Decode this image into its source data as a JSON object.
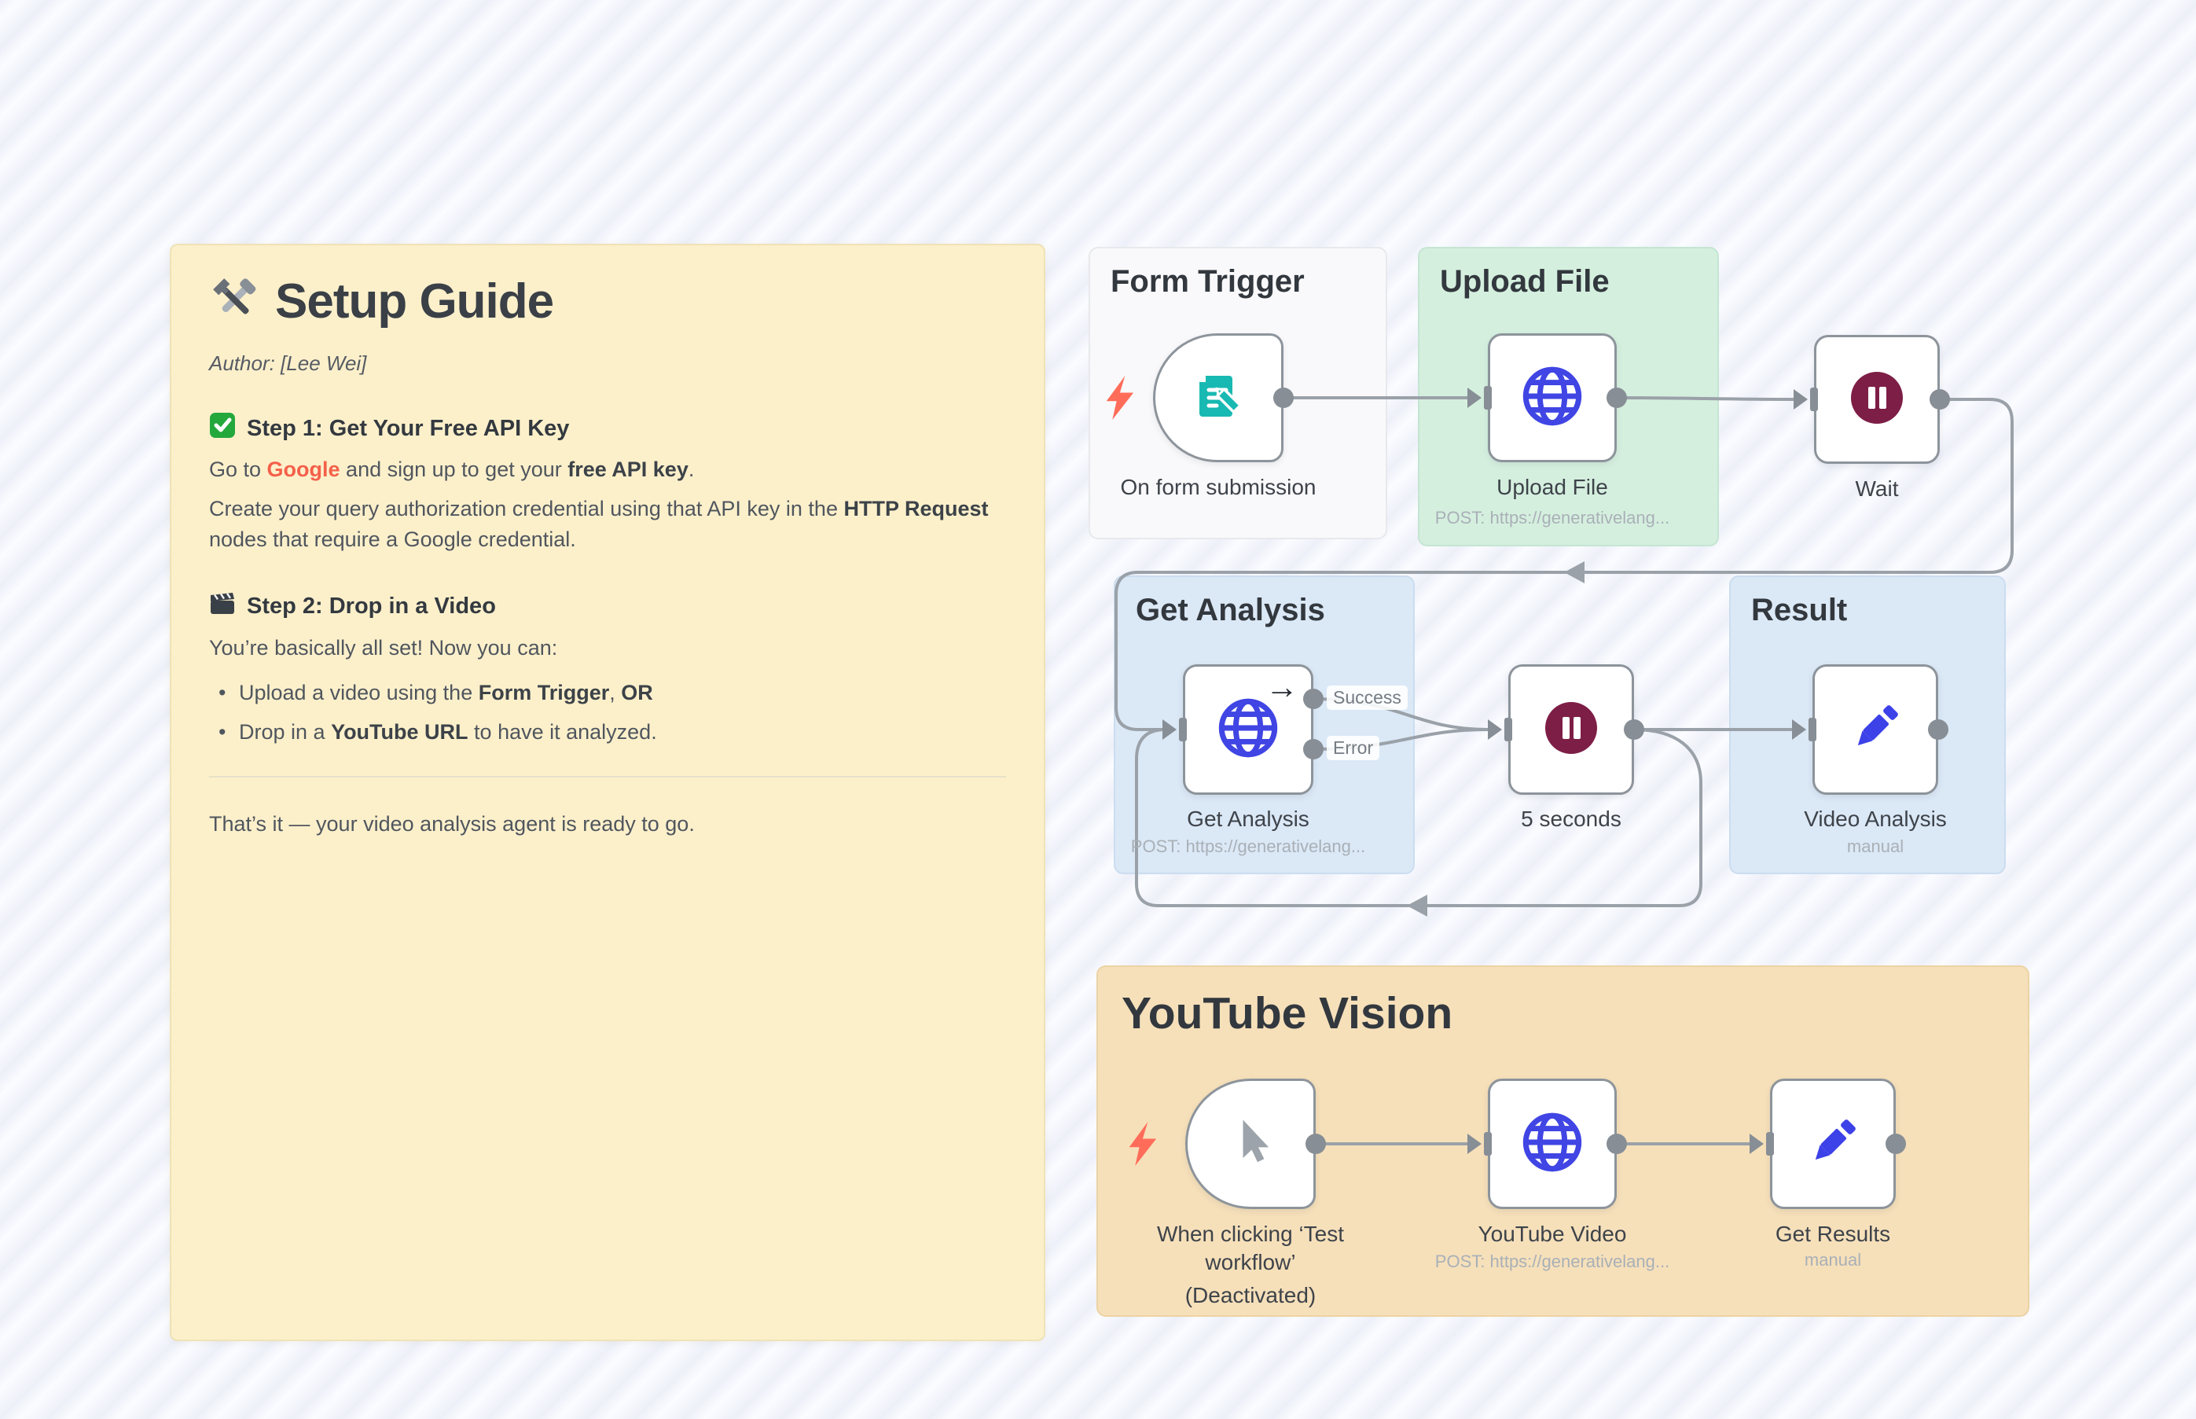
{
  "canvas": {
    "background_stripe_color": "#eef0f9",
    "wire_color": "#9aa1a8",
    "node_border_color": "#8d949b",
    "port_color": "#878e95"
  },
  "colors": {
    "sticky_yellow": "#fcf0cb",
    "panel_green": "#d5efdf",
    "panel_blue": "#dbe8f6",
    "panel_tan": "#f6e0ba",
    "panel_white": "#f9f9fb",
    "teal_icon": "#18b9b2",
    "indigo_icon": "#4045e4",
    "maroon_icon": "#7d1e46",
    "cursor_gray": "#9da3aa",
    "bolt_coral": "#ff6d5a",
    "link_red": "#f4604a"
  },
  "icons": {
    "sticky_title": "hammer-wrench-icon",
    "step1": "green-check-icon",
    "step2": "clapperboard-icon",
    "form_trigger_node": "form-document-pencil-icon",
    "http_nodes": "globe-icon",
    "wait_nodes": "pause-icon",
    "set_nodes": "pencil-icon",
    "manual_trigger_node": "cursor-icon",
    "trigger_hint": "lightning-bolt-icon",
    "get_analysis_badge": "arrow-right-icon"
  },
  "sticky": {
    "title": "Setup Guide",
    "author": "Author: [Lee Wei]",
    "step1_heading": "Step 1: Get Your Free API Key",
    "step1_p1": {
      "pre": "Go to ",
      "link": "Google",
      "mid": " and sign up to get your ",
      "bold": "free API key",
      "post": "."
    },
    "step1_p2": {
      "pre": "Create your query authorization credential using that API key in the ",
      "bold": "HTTP Request",
      "post": " nodes that require a Google credential."
    },
    "step2_heading": "Step 2: Drop in a Video",
    "step2_intro": "You’re basically all set! Now you can:",
    "bullet1": {
      "pre": "Upload a video using the ",
      "bold": "Form Trigger",
      "mid": ", ",
      "bold2": "OR"
    },
    "bullet2": {
      "pre": "Drop in a ",
      "bold": "YouTube URL",
      "post": " to have it analyzed."
    },
    "outro": "That’s it — your video analysis agent is ready to go."
  },
  "sections": {
    "form_trigger": {
      "title": "Form Trigger"
    },
    "upload_file": {
      "title": "Upload File"
    },
    "get_analysis": {
      "title": "Get Analysis"
    },
    "result": {
      "title": "Result"
    },
    "youtube_vision": {
      "title": "YouTube Vision"
    }
  },
  "nodes": {
    "form_trigger": {
      "label": "On form submission"
    },
    "upload_file": {
      "label": "Upload File",
      "sublabel": "POST: https://generativelang..."
    },
    "wait": {
      "label": "Wait"
    },
    "get_analysis": {
      "label": "Get Analysis",
      "sublabel": "POST: https://generativelang...",
      "arrow": "→",
      "outputs": {
        "success": "Success",
        "error": "Error"
      }
    },
    "five_seconds": {
      "label": "5 seconds"
    },
    "video_analysis": {
      "label": "Video Analysis",
      "sublabel": "manual"
    },
    "click_trigger": {
      "label": "When clicking ‘Test workflow’",
      "deactivated": "(Deactivated)"
    },
    "youtube_video": {
      "label": "YouTube Video",
      "sublabel": "POST: https://generativelang..."
    },
    "get_results": {
      "label": "Get Results",
      "sublabel": "manual"
    }
  }
}
